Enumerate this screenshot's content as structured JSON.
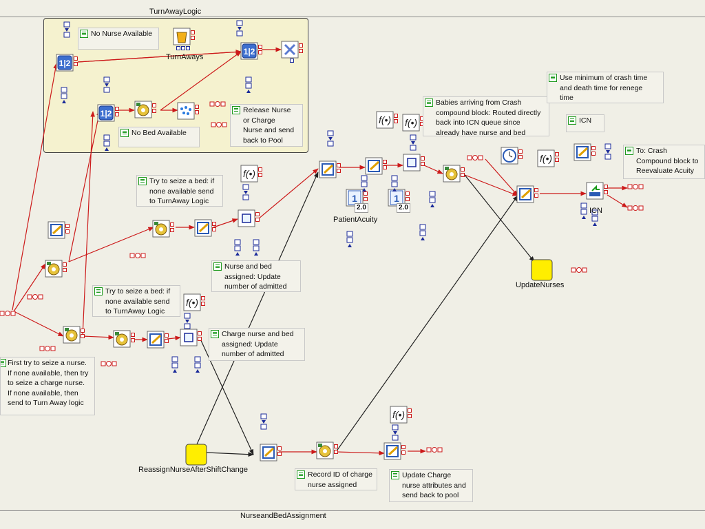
{
  "headers": {
    "turnaway": "TurnAwayLogic",
    "nurse_bed": "NurseandBedAssignment"
  },
  "notes": {
    "no_nurse": "No Nurse Available",
    "no_bed": "No Bed Available",
    "release_nurse": "Release Nurse\nor Charge\nNurse and send\nback to Pool",
    "try_seize_bed_1": "Try to seize a bed:  if\nnone available send\nto TurnAway Logic",
    "try_seize_bed_2": "Try to seize a bed:  if\nnone available send\nto TurnAway Logic",
    "nurse_bed_assigned": "Nurse and bed\nassigned: Update\nnumber of admitted",
    "charge_nurse_bed": "Charge nurse and bed\nassigned: Update\nnumber of admitted",
    "first_try": "First try to seize a nurse.\nIf none available, then try\nto seize a charge nurse.\nIf none available, then\nsend to Turn Away logic",
    "babies_crash": "Babies arriving from Crash\ncompound block: Routed directly\nback into ICN queue since\nalready have nurse and bed",
    "min_crash": "Use minimum of crash time\nand death time for renege\ntime",
    "icn_note": "ICN",
    "to_crash": "To: Crash\nCompound block to\nReevaluate Acuity",
    "record_id": "Record ID of charge\nnurse assigned",
    "update_charge": "Update Charge\nnurse attributes and\nsend back to pool"
  },
  "labels": {
    "turnaways": "TurnAways",
    "patient_acuity": "PatientAcuity",
    "icn": "ICN",
    "update_nurses": "UpdateNurses",
    "reassign": "ReassignNurseAfterShiftChange"
  },
  "values": {
    "acuity_1": "2.0",
    "acuity_2": "2.0"
  },
  "colors": {
    "background": "#f0efe6",
    "group_fill": "#f5f2cf",
    "link_red": "#cc1a1a",
    "port_blue": "#1a2a9a",
    "event_yellow": "#ffee00",
    "note_green": "#1e9a1e"
  }
}
